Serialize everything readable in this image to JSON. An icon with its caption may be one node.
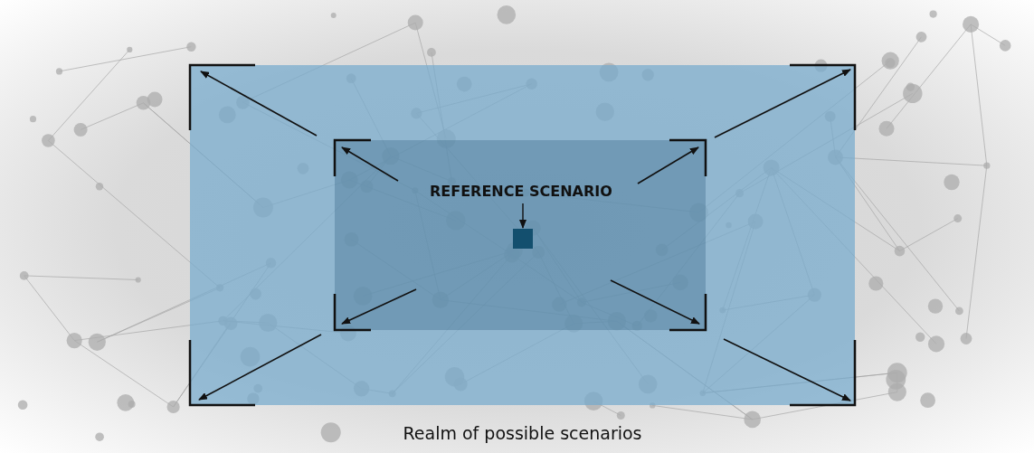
{
  "diagram": {
    "nodes": [
      {
        "text": [
          "Realm of possible scenarios"
        ]
      },
      {
        "text": [],
        "shape": "box",
        "in": 0
      },
      {
        "text": [
          "REFERENCE SCENARIO"
        ],
        "in": 1
      },
      {
        "text": [],
        "shape": "box",
        "in": 1
      }
    ],
    "edges": [
      {
        "from": 2,
        "to": 3,
        "arrow": "to"
      }
    ]
  }
}
